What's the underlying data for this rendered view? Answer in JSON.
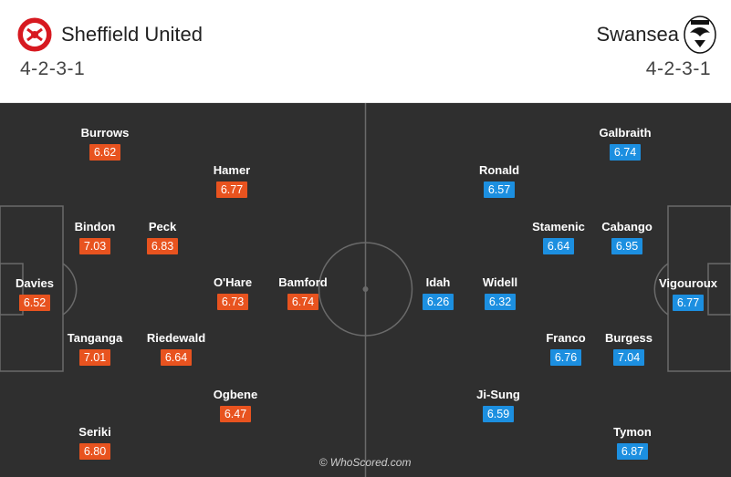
{
  "home": {
    "name": "Sheffield United",
    "formation": "4-2-3-1",
    "color": "#e8531f",
    "crest_icon": "sheffield-united-crest-icon",
    "players": [
      {
        "name": "Davies",
        "rating": "6.52"
      },
      {
        "name": "Burrows",
        "rating": "6.62"
      },
      {
        "name": "Bindon",
        "rating": "7.03"
      },
      {
        "name": "Tanganga",
        "rating": "7.01"
      },
      {
        "name": "Seriki",
        "rating": "6.80"
      },
      {
        "name": "Peck",
        "rating": "6.83"
      },
      {
        "name": "Riedewald",
        "rating": "6.64"
      },
      {
        "name": "Hamer",
        "rating": "6.77"
      },
      {
        "name": "O'Hare",
        "rating": "6.73"
      },
      {
        "name": "Ogbene",
        "rating": "6.47"
      },
      {
        "name": "Bamford",
        "rating": "6.74"
      }
    ]
  },
  "away": {
    "name": "Swansea",
    "formation": "4-2-3-1",
    "color": "#1c8fe0",
    "crest_icon": "swansea-crest-icon",
    "players": [
      {
        "name": "Vigouroux",
        "rating": "6.77"
      },
      {
        "name": "Galbraith",
        "rating": "6.74"
      },
      {
        "name": "Cabango",
        "rating": "6.95"
      },
      {
        "name": "Burgess",
        "rating": "7.04"
      },
      {
        "name": "Tymon",
        "rating": "6.87"
      },
      {
        "name": "Stamenic",
        "rating": "6.64"
      },
      {
        "name": "Franco",
        "rating": "6.76"
      },
      {
        "name": "Ronald",
        "rating": "6.57"
      },
      {
        "name": "Widell",
        "rating": "6.32"
      },
      {
        "name": "Ji-Sung",
        "rating": "6.59"
      },
      {
        "name": "Idah",
        "rating": "6.26"
      }
    ]
  },
  "watermark": "© WhoScored.com"
}
